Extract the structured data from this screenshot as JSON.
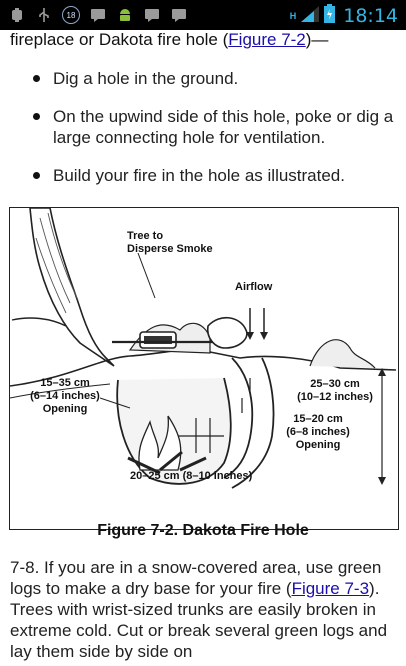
{
  "status_bar": {
    "time": "18:14",
    "network": "H",
    "notification_count": "18",
    "icons": [
      "usb-debug-icon",
      "usb-icon",
      "notification-count-icon",
      "message-icon",
      "android-icon",
      "message-icon",
      "message-icon"
    ]
  },
  "intro": {
    "text_before": "fireplace or Dakota fire hole (",
    "link": "Figure 7-2",
    "text_after": ")—"
  },
  "bullets": [
    "Dig a hole in the ground.",
    "On the upwind side of this hole, poke or dig a large connecting hole for ventilation.",
    "Build your fire in the hole as illustrated."
  ],
  "figure": {
    "label_tree_1": "Tree to",
    "label_tree_2": "Disperse Smoke",
    "label_airflow": "Airflow",
    "label_left_1": "15–35 cm",
    "label_left_2": "(6–14 inches)",
    "label_left_3": "Opening",
    "label_right_1": "25–30 cm",
    "label_right_2": "(10–12 inches)",
    "label_mid_1": "15–20 cm",
    "label_mid_2": "(6–8 inches)",
    "label_mid_3": "Opening",
    "label_bottom": "20–25 cm (8–10 inches)"
  },
  "caption": "Figure 7-2. Dakota Fire Hole",
  "paragraph": {
    "text_before": "7-8. If you are in a snow-covered area, use green logs to make a dry base for your fire (",
    "link": "Figure 7-3",
    "text_after": "). Trees with wrist-sized trunks are easily broken in extreme cold. Cut or break several green logs and lay them side by side on"
  },
  "colors": {
    "status_accent": "#33b5e5",
    "link": "#1a0dab"
  }
}
